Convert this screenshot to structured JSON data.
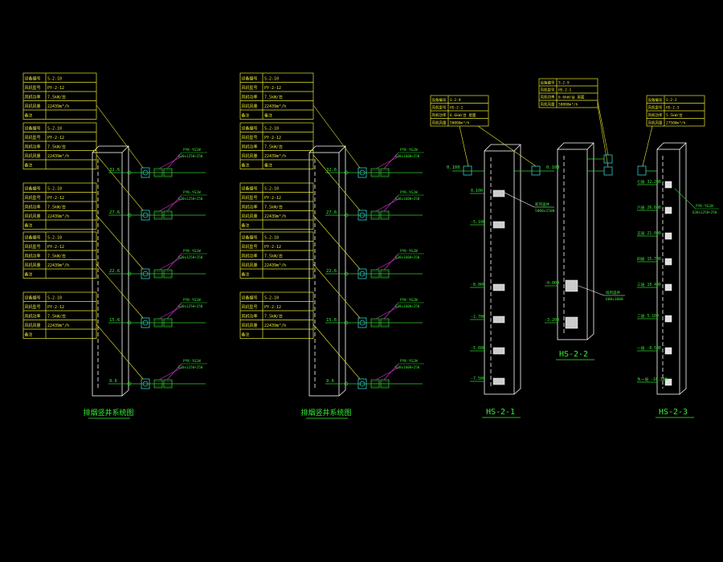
{
  "colors": {
    "background": "#000000",
    "shaft": "#ffffff",
    "table": "#e8e830",
    "leader": "#e8e830",
    "pipe": "#33cc33",
    "label": "#33ee33",
    "magenta": "#cc33cc",
    "device": "#33cccc",
    "title": "#33ee33"
  },
  "field_labels": [
    "设备编号",
    "风机型号",
    "风机功率",
    "风机风量",
    "备注"
  ],
  "diagram_1": {
    "title": "排烟竖井系统图",
    "tables": [
      {
        "rows": [
          "S-2-10",
          "PY-2-12",
          "7.5kW/台",
          "22439m³/h",
          ""
        ]
      },
      {
        "rows": [
          "S-2-10",
          "PY-2-12",
          "7.5kW/台",
          "22439m³/h",
          ""
        ]
      },
      {
        "rows": [
          "S-2-10",
          "PY-2-12",
          "7.5kW/台",
          "22439m³/h",
          ""
        ]
      },
      {
        "rows": [
          "S-2-10",
          "PY-2-12",
          "7.5kW/台",
          "22439m³/h",
          ""
        ]
      },
      {
        "rows": [
          "S-2-10",
          "PY-2-12",
          "7.5kW/台",
          "22439m³/h",
          ""
        ]
      }
    ],
    "levels": [
      "32.6",
      "27.6",
      "22.6",
      "15.6",
      "9.6"
    ],
    "pipe_labels": [
      "PYK-YG2W",
      "PYK-YG2W",
      "PYK-YG2W",
      "PYK-YG2W",
      "PYK-YG2W"
    ],
    "pipe_sublabels": [
      "630x1250+250",
      "630x1250+250",
      "630x1250+250",
      "630x1250+250",
      "630x1250+250"
    ]
  },
  "diagram_2": {
    "title": "排烟竖井系统图",
    "tables": [
      {
        "rows": [
          "S-2-10",
          "PY-2-12",
          "7.5kW/台",
          "22439m³/h",
          "备注"
        ]
      },
      {
        "rows": [
          "S-2-10",
          "PY-2-12",
          "7.5kW/台",
          "22439m³/h",
          "备注"
        ]
      },
      {
        "rows": [
          "S-2-10",
          "PY-2-12",
          "7.5kW/台",
          "22439m³/h",
          ""
        ]
      },
      {
        "rows": [
          "S-2-10",
          "PY-2-12",
          "7.5kW/台",
          "22439m³/h",
          ""
        ]
      },
      {
        "rows": [
          "S-2-10",
          "PY-2-12",
          "7.5kW/台",
          "22439m³/h",
          ""
        ]
      }
    ],
    "levels": [
      "32.6",
      "27.6",
      "22.6",
      "15.6",
      "9.6"
    ],
    "pipe_labels": [
      "PYK-YG2W",
      "PYK-YG2W",
      "PYK-YG2W",
      "PYK-YG2W",
      "PYK-YG2W"
    ],
    "pipe_sublabels": [
      "630x1600+250",
      "630x1600+250",
      "630x1600+250",
      "630x1600+250",
      "630x1600+250"
    ]
  },
  "hs21": {
    "title": "HS-2-1",
    "table": {
      "rows": [
        "S-2-9",
        "HS-2-1",
        "6.6kW/台 屋面",
        "50000m³/h"
      ]
    },
    "top_level": "0.100",
    "right_level": "0.100",
    "levels": [
      "0.100",
      "-5.100",
      "-8.000",
      "-2.700",
      "-5.600",
      "-7.500"
    ],
    "callout": "新风竖井",
    "callout_sub": "5000x1500"
  },
  "hs22": {
    "title": "HS-2-2",
    "table": {
      "rows": [
        "S-2-9",
        "HS-2-1",
        "6.6kW/台 屋面",
        "58880m³/h"
      ]
    },
    "levels": [
      "-0.000",
      "-3.200"
    ],
    "callout": "排风竖井",
    "callout_sub": "600x1000"
  },
  "hs23": {
    "title": "HS-2-3",
    "table": {
      "rows": [
        "S-2-2",
        "HS-2-3",
        "5.5kW/台",
        "27500m³/h"
      ]
    },
    "levels": [
      "七层 32.200",
      "六层 26.600",
      "五层 21.000",
      "四层 15.700",
      "三层 10.400",
      "二层 5.100",
      "一层 -0.500",
      "负一层 -10.300"
    ],
    "callout": "PYK-YG2W",
    "callout_sub": "630x1250+250"
  }
}
